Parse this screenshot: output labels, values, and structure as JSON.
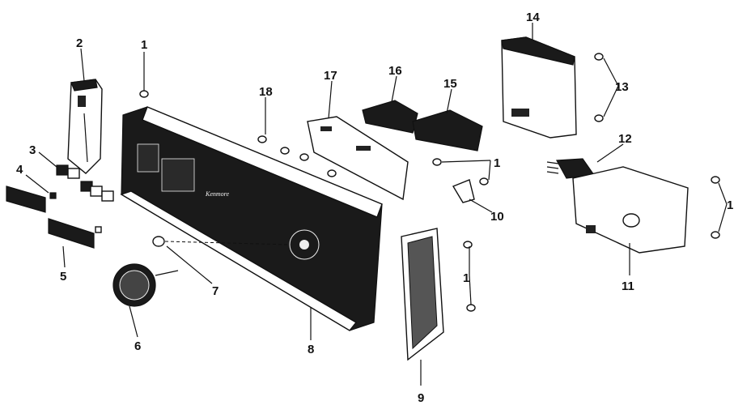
{
  "diagram": {
    "brand_label": "Kenmore",
    "callouts": [
      "1",
      "2",
      "3",
      "4",
      "5",
      "6",
      "7",
      "8",
      "9",
      "10",
      "11",
      "12",
      "13",
      "14",
      "15",
      "16",
      "17",
      "18"
    ]
  }
}
